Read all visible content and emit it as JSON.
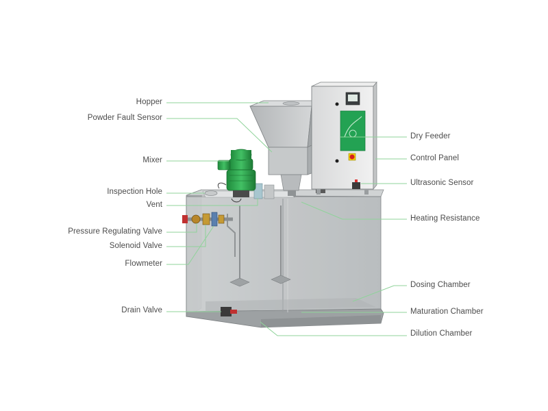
{
  "diagram": {
    "left_labels": {
      "hopper": "Hopper",
      "powder_fault_sensor": "Powder Fault Sensor",
      "mixer": "Mixer",
      "inspection_hole": "Inspection Hole",
      "vent": "Vent",
      "pressure_regulating_valve": "Pressure Regulating Valve",
      "solenoid_valve": "Solenoid Valve",
      "flowmeter": "Flowmeter",
      "drain_valve": "Drain Valve"
    },
    "right_labels": {
      "dry_feeder": "Dry Feeder",
      "control_panel": "Control Panel",
      "ultrasonic_sensor": "Ultrasonic Sensor",
      "heating_resistance": "Heating Resistance",
      "dosing_chamber": "Dosing Chamber",
      "maturation_chamber": "Maturation Chamber",
      "dilution_chamber": "Dilution Chamber"
    },
    "colors": {
      "leader_line": "#8fd39a",
      "tank": "#bfc3c5",
      "motor": "#2fa84f",
      "panel": "#e6e6e6"
    }
  }
}
